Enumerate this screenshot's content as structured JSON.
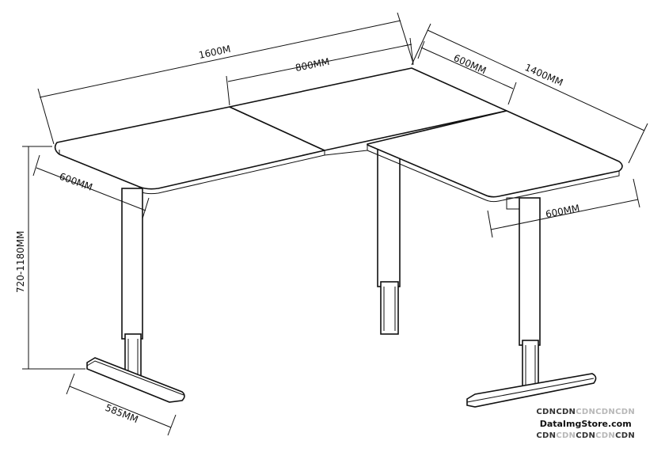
{
  "dimensions": {
    "total_length": "1600M",
    "center_width": "800MM",
    "return_depth": "600MM",
    "return_length": "1400MM",
    "left_depth": "600MM",
    "return_width": "600MM",
    "height_range": "720-1180MM",
    "foot_length": "585MM"
  },
  "watermark": {
    "row1": [
      "CDN",
      "CDN",
      "CDN",
      "CDN",
      "CDN"
    ],
    "row2": "DataImgStore.com",
    "row3": [
      "CDN",
      "CDN",
      "CDN",
      "CDN",
      "CDN"
    ]
  }
}
